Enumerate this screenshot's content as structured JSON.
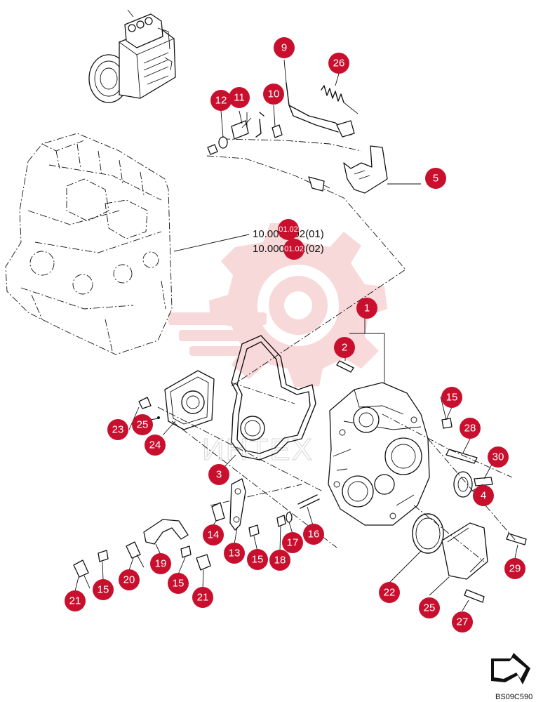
{
  "diagram": {
    "badge_color": "#c8102e",
    "callouts": [
      {
        "id": "c9",
        "label": "9"
      },
      {
        "id": "c26",
        "label": "26"
      },
      {
        "id": "c12",
        "label": "12"
      },
      {
        "id": "c11",
        "label": "11"
      },
      {
        "id": "c10",
        "label": "10"
      },
      {
        "id": "c5",
        "label": "5"
      },
      {
        "id": "c1",
        "label": "1"
      },
      {
        "id": "c2",
        "label": "2"
      },
      {
        "id": "c15a",
        "label": "15"
      },
      {
        "id": "c28",
        "label": "28"
      },
      {
        "id": "c30",
        "label": "30"
      },
      {
        "id": "c4",
        "label": "4"
      },
      {
        "id": "c23",
        "label": "23"
      },
      {
        "id": "c25a",
        "label": "25"
      },
      {
        "id": "c24",
        "label": "24"
      },
      {
        "id": "c3",
        "label": "3"
      },
      {
        "id": "c14",
        "label": "14"
      },
      {
        "id": "c16",
        "label": "16"
      },
      {
        "id": "c17",
        "label": "17"
      },
      {
        "id": "c13",
        "label": "13"
      },
      {
        "id": "c15b",
        "label": "15"
      },
      {
        "id": "c18",
        "label": "18"
      },
      {
        "id": "c19",
        "label": "19"
      },
      {
        "id": "c20",
        "label": "20"
      },
      {
        "id": "c15c",
        "label": "15"
      },
      {
        "id": "c15d",
        "label": "15"
      },
      {
        "id": "c21a",
        "label": "21"
      },
      {
        "id": "c21b",
        "label": "21"
      },
      {
        "id": "c22",
        "label": "22"
      },
      {
        "id": "c25b",
        "label": "25"
      },
      {
        "id": "c27",
        "label": "27"
      },
      {
        "id": "c29",
        "label": "29"
      }
    ],
    "references": [
      {
        "text": "10.0001.02(01)",
        "badge": "01.02"
      },
      {
        "text": "10.0001.02(02)",
        "badge": "01.02"
      }
    ],
    "watermark": "ИНТЕХ",
    "drawing_code": "BS09C590"
  }
}
